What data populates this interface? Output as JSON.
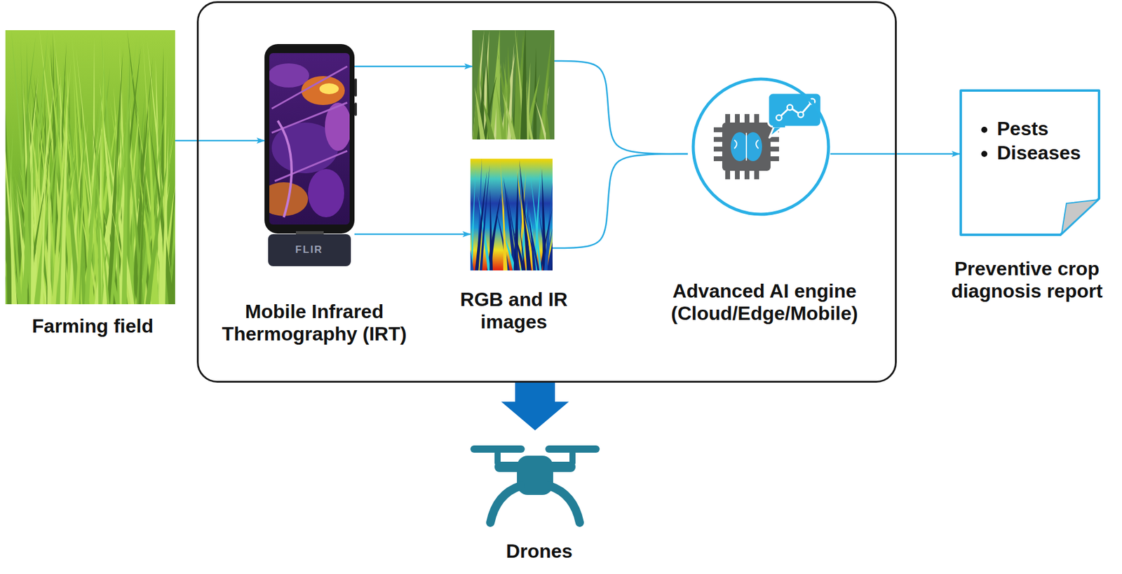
{
  "diagram": {
    "nodes": [
      {
        "text": [
          "Farming field"
        ]
      },
      {
        "text": []
      },
      {
        "text": [
          "Mobile Infrared Thermography (IRT)"
        ],
        "in": 1
      },
      {
        "text": [],
        "in": 1
      },
      {
        "text": [
          "RGB and IR images"
        ],
        "in": 1
      },
      {
        "text": [
          "Advanced AI engine (Cloud/Edge/Mobile)"
        ],
        "in": 1
      },
      {
        "text": [
          "Pests",
          "Diseases",
          "Preventive crop diagnosis report"
        ]
      },
      {
        "text": [
          "Drones"
        ]
      }
    ],
    "edges": [
      {
        "from": 0,
        "to": 2,
        "arrow": "to"
      },
      {
        "from": 2,
        "to": 3,
        "arrow": "to"
      },
      {
        "from": 2,
        "to": 4,
        "arrow": "to"
      },
      {
        "from": 3,
        "to": 5,
        "arrow": "none"
      },
      {
        "from": 4,
        "to": 5,
        "arrow": "none"
      },
      {
        "from": 5,
        "to": 6,
        "arrow": "to"
      },
      {
        "from": 1,
        "to": 7,
        "arrow": "to"
      }
    ],
    "labels": [
      "FLIR"
    ]
  }
}
